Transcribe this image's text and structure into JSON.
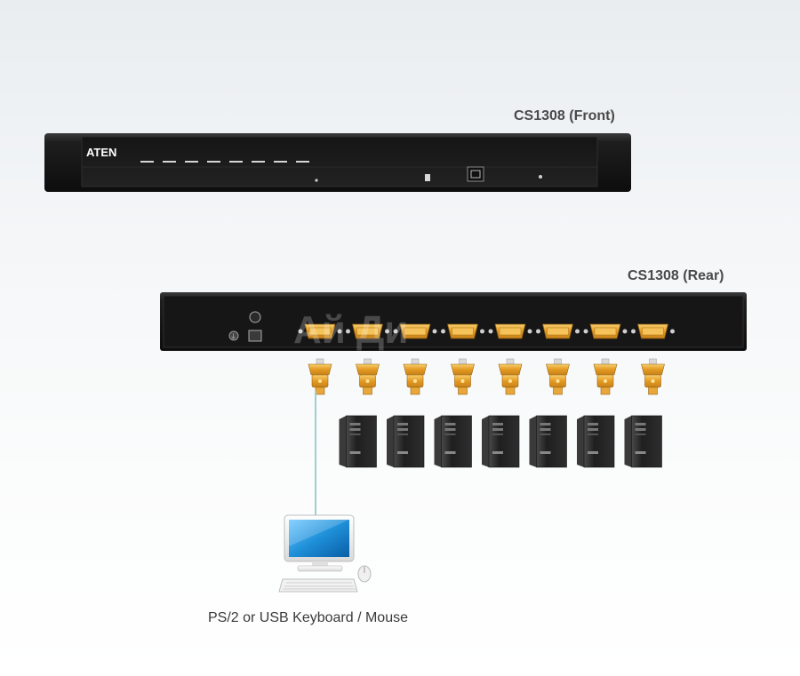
{
  "front": {
    "title": "CS1308 (Front)",
    "brand": "ATEN",
    "port_leds": 8
  },
  "rear": {
    "title": "CS1308 (Rear)",
    "port_count": 8
  },
  "console": {
    "label": "PS/2 or USB Keyboard / Mouse"
  },
  "watermark": {
    "text": "Ай Ди"
  },
  "colors": {
    "chassis": "#1b1b1b",
    "connector": "#e6a126",
    "cable": "#9ecfcf",
    "monitor_screen": "#1e8fd8",
    "label_text": "#4a4a4a"
  },
  "icons": [
    "kvm-switch-front",
    "kvm-switch-rear",
    "vga-connector-icon",
    "tower-computer-icon",
    "desktop-computer-icon",
    "mouse-icon"
  ]
}
